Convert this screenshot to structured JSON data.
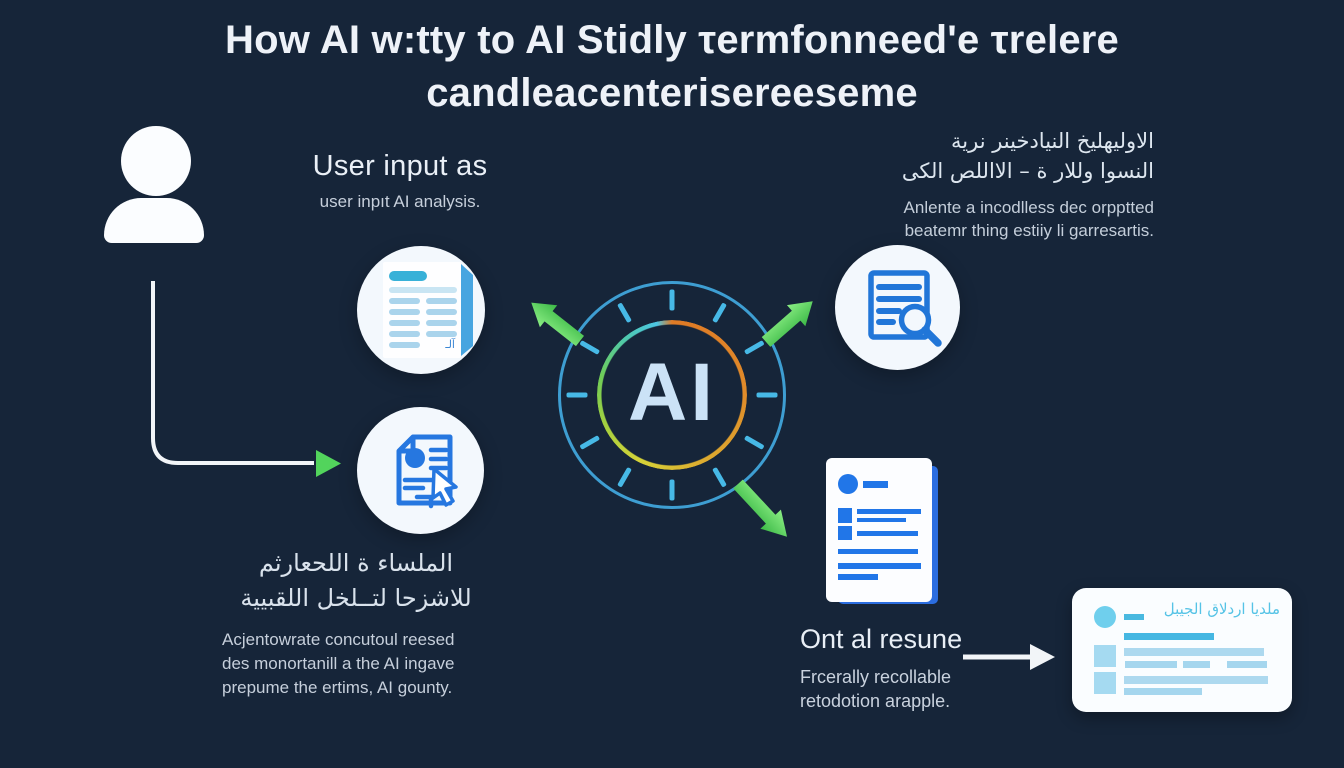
{
  "title": {
    "line1": "How AI w:tty to AI Stidly τermfonneed'e τrelere",
    "line2": "candleacenterisereeseme"
  },
  "user_input": {
    "heading": "User input as",
    "caption": "user inpıt AI analysis."
  },
  "top_right": {
    "arabic_line1": "الاوليهليخ النيادخينر نرية",
    "arabic_line2": "النسوا وللار ة – الااللص الكى",
    "caption_line1": "Anlente a incodlless dec orpptted",
    "caption_line2": "beatemr thing estiiy li garresartis."
  },
  "center": {
    "label": "AI"
  },
  "doc1": {
    "stamp": "آلـ"
  },
  "bottom_left": {
    "arabic_line1": "الملساء ة اللحعارثم",
    "arabic_line2": "للاشزحا لتــلخل اللقبيية",
    "caption_line1": "Acjentowrate concutoul reesed",
    "caption_line2": "des monortanill a the AI ingave",
    "caption_line3": "prepume the ertims, AI gounty."
  },
  "output": {
    "heading": "Ont al resune",
    "caption_line1": "Frcerally recollable",
    "caption_line2": "retodotion arapple."
  },
  "card": {
    "arabic_title": "ملديا اردلاق الجيبل"
  },
  "colors": {
    "background": "#162539",
    "accent_green": "#52d45c",
    "accent_cyan": "#47b9e6",
    "outer_circle": "#3e9ed2",
    "icon_blue": "#2677e0",
    "doc_fill_blue": "#2176e8",
    "teal_bar": "#38b1d8",
    "light_line": "#aad4ec",
    "card_accent": "#55c3e6",
    "ring_orange": "#df7b26",
    "ring_yellow": "#d6d238",
    "ring_green": "#6fcd58",
    "ring_cyan": "#4cc6e4"
  }
}
